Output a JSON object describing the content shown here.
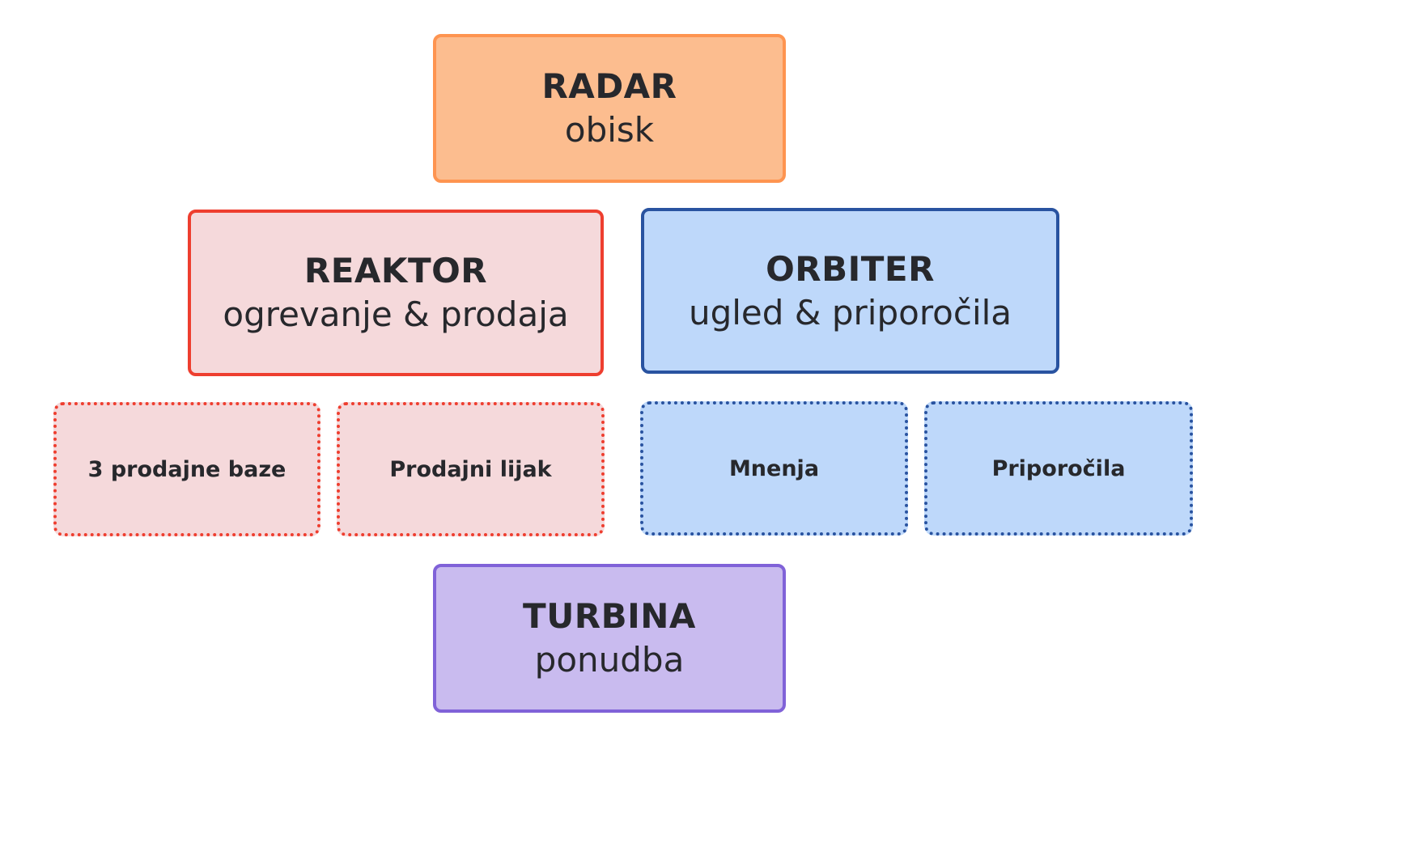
{
  "diagram": {
    "nodes": {
      "radar": {
        "title": "RADAR",
        "subtitle": "obisk",
        "fill": "#fcbd8f",
        "border": "#fe9450"
      },
      "reaktor": {
        "title": "REAKTOR",
        "subtitle": "ogrevanje & prodaja",
        "fill": "#f5d9db",
        "border": "#ee3e2f"
      },
      "orbiter": {
        "title": "ORBITER",
        "subtitle": "ugled & priporočila",
        "fill": "#bed8fa",
        "border": "#2953a0"
      },
      "turbina": {
        "title": "TURBINA",
        "subtitle": "ponudba",
        "fill": "#c9bbef",
        "border": "#8062d8"
      }
    },
    "leaves": [
      {
        "label": "3 prodajne baze",
        "parent": "REAKTOR",
        "fill": "#f5d9db",
        "border": "#ee3e2f"
      },
      {
        "label": "Prodajni lijak",
        "parent": "REAKTOR",
        "fill": "#f5d9db",
        "border": "#ee3e2f"
      },
      {
        "label": "Mnenja",
        "parent": "ORBITER",
        "fill": "#bed8fa",
        "border": "#2953a0"
      },
      {
        "label": "Priporočila",
        "parent": "ORBITER",
        "fill": "#bed8fa",
        "border": "#2953a0"
      }
    ]
  }
}
